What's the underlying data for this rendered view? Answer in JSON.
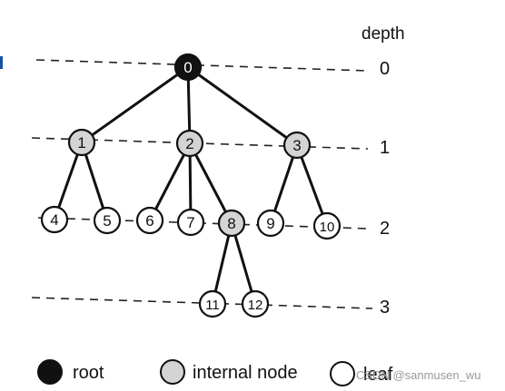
{
  "diagram": {
    "depth_heading": "depth",
    "depth_labels": [
      "0",
      "1",
      "2",
      "3"
    ],
    "nodes": [
      {
        "id": "0",
        "type": "root"
      },
      {
        "id": "1",
        "type": "internal"
      },
      {
        "id": "2",
        "type": "internal"
      },
      {
        "id": "3",
        "type": "internal"
      },
      {
        "id": "4",
        "type": "leaf"
      },
      {
        "id": "5",
        "type": "leaf"
      },
      {
        "id": "6",
        "type": "leaf"
      },
      {
        "id": "7",
        "type": "leaf"
      },
      {
        "id": "8",
        "type": "internal"
      },
      {
        "id": "9",
        "type": "leaf"
      },
      {
        "id": "10",
        "type": "leaf"
      },
      {
        "id": "11",
        "type": "leaf"
      },
      {
        "id": "12",
        "type": "leaf"
      }
    ],
    "edges": [
      [
        "0",
        "1"
      ],
      [
        "0",
        "2"
      ],
      [
        "0",
        "3"
      ],
      [
        "1",
        "4"
      ],
      [
        "1",
        "5"
      ],
      [
        "2",
        "6"
      ],
      [
        "2",
        "7"
      ],
      [
        "2",
        "8"
      ],
      [
        "3",
        "9"
      ],
      [
        "3",
        "10"
      ],
      [
        "8",
        "11"
      ],
      [
        "8",
        "12"
      ]
    ],
    "colors": {
      "root": "#111111",
      "internal": "#d4d4d4",
      "leaf": "#ffffff",
      "stroke": "#111111"
    }
  },
  "legend": {
    "root_label": "root",
    "internal_label": "internal node",
    "leaf_label": "leaf"
  },
  "watermark": "CSDN @sanmusen_wu"
}
